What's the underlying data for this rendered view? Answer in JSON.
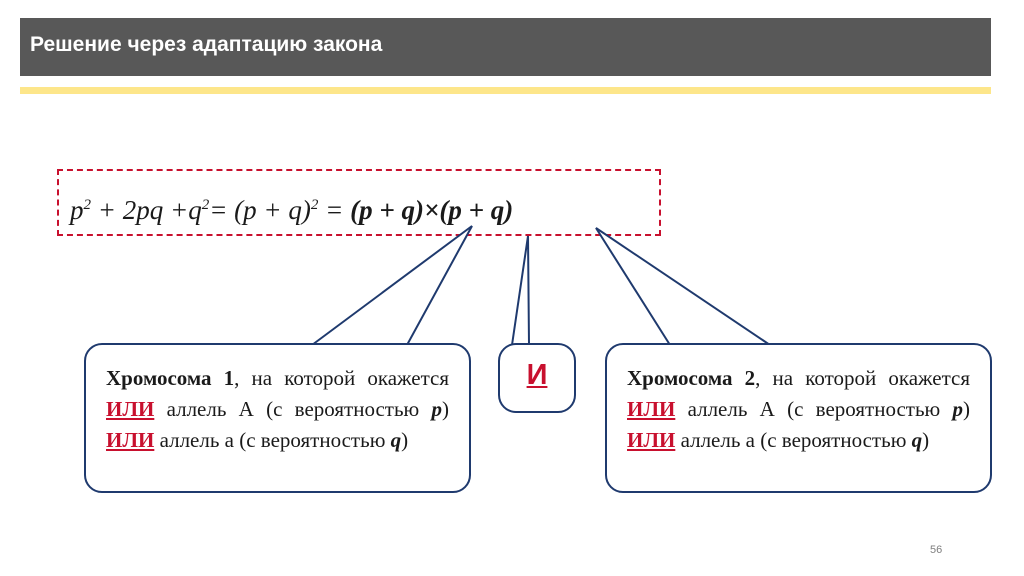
{
  "slide": {
    "title": "Решение через адаптацию закона",
    "page_number": "56"
  },
  "formula": {
    "p": "p",
    "sq": "2",
    "plus_2pq": " + 2pq +q",
    "eq_open": "= (p + q)",
    "eq_mid": " = ",
    "product": "(p + q)×(p + q)"
  },
  "callout_left": {
    "chromosome": "Хромосома 1",
    "t1": ", на которой окажется ",
    "or1": "ИЛИ",
    "t2": " аллель А (с вероятностью ",
    "p": "p",
    "t3": ") ",
    "or2": "ИЛИ",
    "t4": " аллель а (с вероятностью ",
    "q": "q",
    "t5": ")"
  },
  "callout_mid": {
    "label": "И"
  },
  "callout_right": {
    "chromosome": "Хромосома 2",
    "t1": ", на которой окажется ",
    "or1": "ИЛИ",
    "t2": " аллель А (с вероятностью ",
    "p": "p",
    "t3": ") ",
    "or2": "ИЛИ",
    "t4": " аллель а (с вероятностью ",
    "q": "q",
    "t5": ")"
  },
  "colors": {
    "title_bar": "#585858",
    "accent": "#fde68a",
    "highlight_red": "#c8102e",
    "callout_border": "#1f3a6e"
  }
}
